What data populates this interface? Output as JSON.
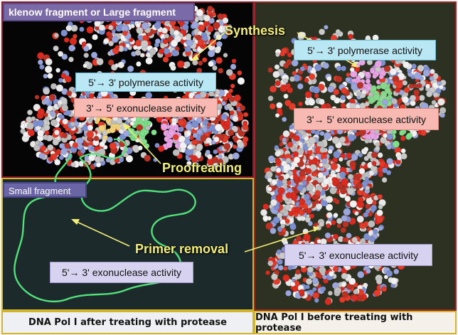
{
  "titles": {
    "large_fragment": "klenow fragment or Large fragment",
    "small_fragment": "Small fragment"
  },
  "labels": {
    "synthesis": "Synthesis",
    "proofreading": "Proofreading",
    "primer_removal": "Primer removal",
    "poly_53": "5'→ 3' polymerase activity",
    "exo_35": "3'→ 5' exonuclease activity",
    "exo_53": "5'→ 3' exonuclease activity"
  },
  "captions": {
    "after": "DNA Pol I after treating with protease",
    "before": "DNA Pol I before treating with protease"
  },
  "colors": {
    "label_text": "#f3ee78",
    "polymerase_box": "#b9e7f3",
    "exo35_box": "#f7b9b1",
    "exo53_box": "#d7d2ef",
    "backbone_trace": "#52e07a"
  }
}
